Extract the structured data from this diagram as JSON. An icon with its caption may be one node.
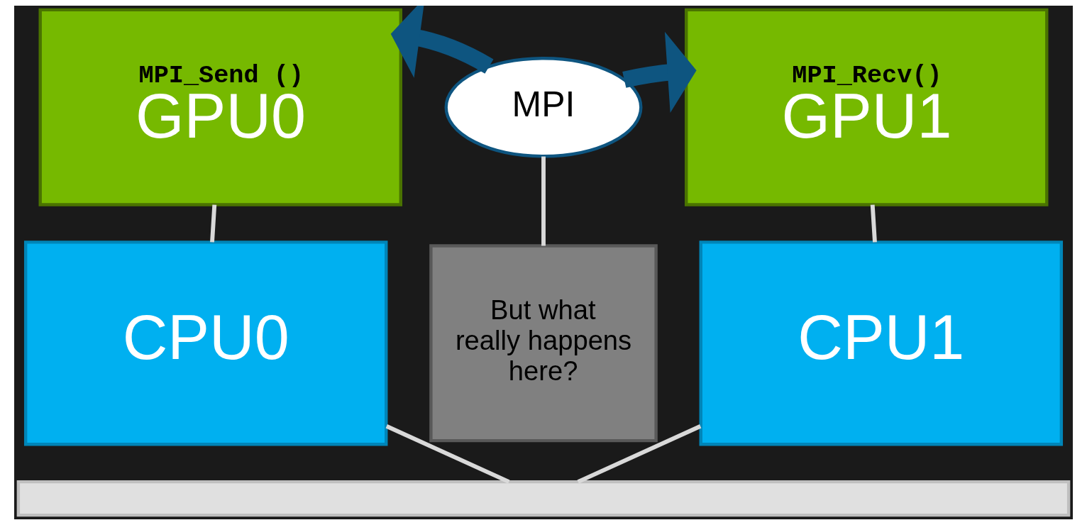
{
  "diagram": {
    "nodes": [
      {
        "text": [
          "MPI_Send ()",
          "GPU0"
        ]
      },
      {
        "text": [
          "MPI"
        ]
      },
      {
        "text": [
          "MPI_Recv()",
          "GPU1"
        ]
      },
      {
        "text": [
          "But what really happens here?"
        ]
      },
      {
        "text": [
          "CPU0"
        ]
      },
      {
        "text": [
          "CPU1"
        ]
      },
      {
        "text": [],
        "shape": "bar"
      }
    ],
    "edges": [
      {
        "from": 1,
        "to": 0,
        "arrow": "to",
        "style": "thick",
        "color": "#0e5580"
      },
      {
        "from": 1,
        "to": 2,
        "arrow": "to",
        "style": "thick",
        "color": "#0e5580"
      },
      {
        "from": 3,
        "to": 1,
        "arrow": "none"
      },
      {
        "from": 0,
        "to": 4,
        "arrow": "none"
      },
      {
        "from": 2,
        "to": 5,
        "arrow": "none"
      },
      {
        "from": 4,
        "to": 6,
        "arrow": "none"
      },
      {
        "from": 5,
        "to": 6,
        "arrow": "none"
      }
    ]
  }
}
